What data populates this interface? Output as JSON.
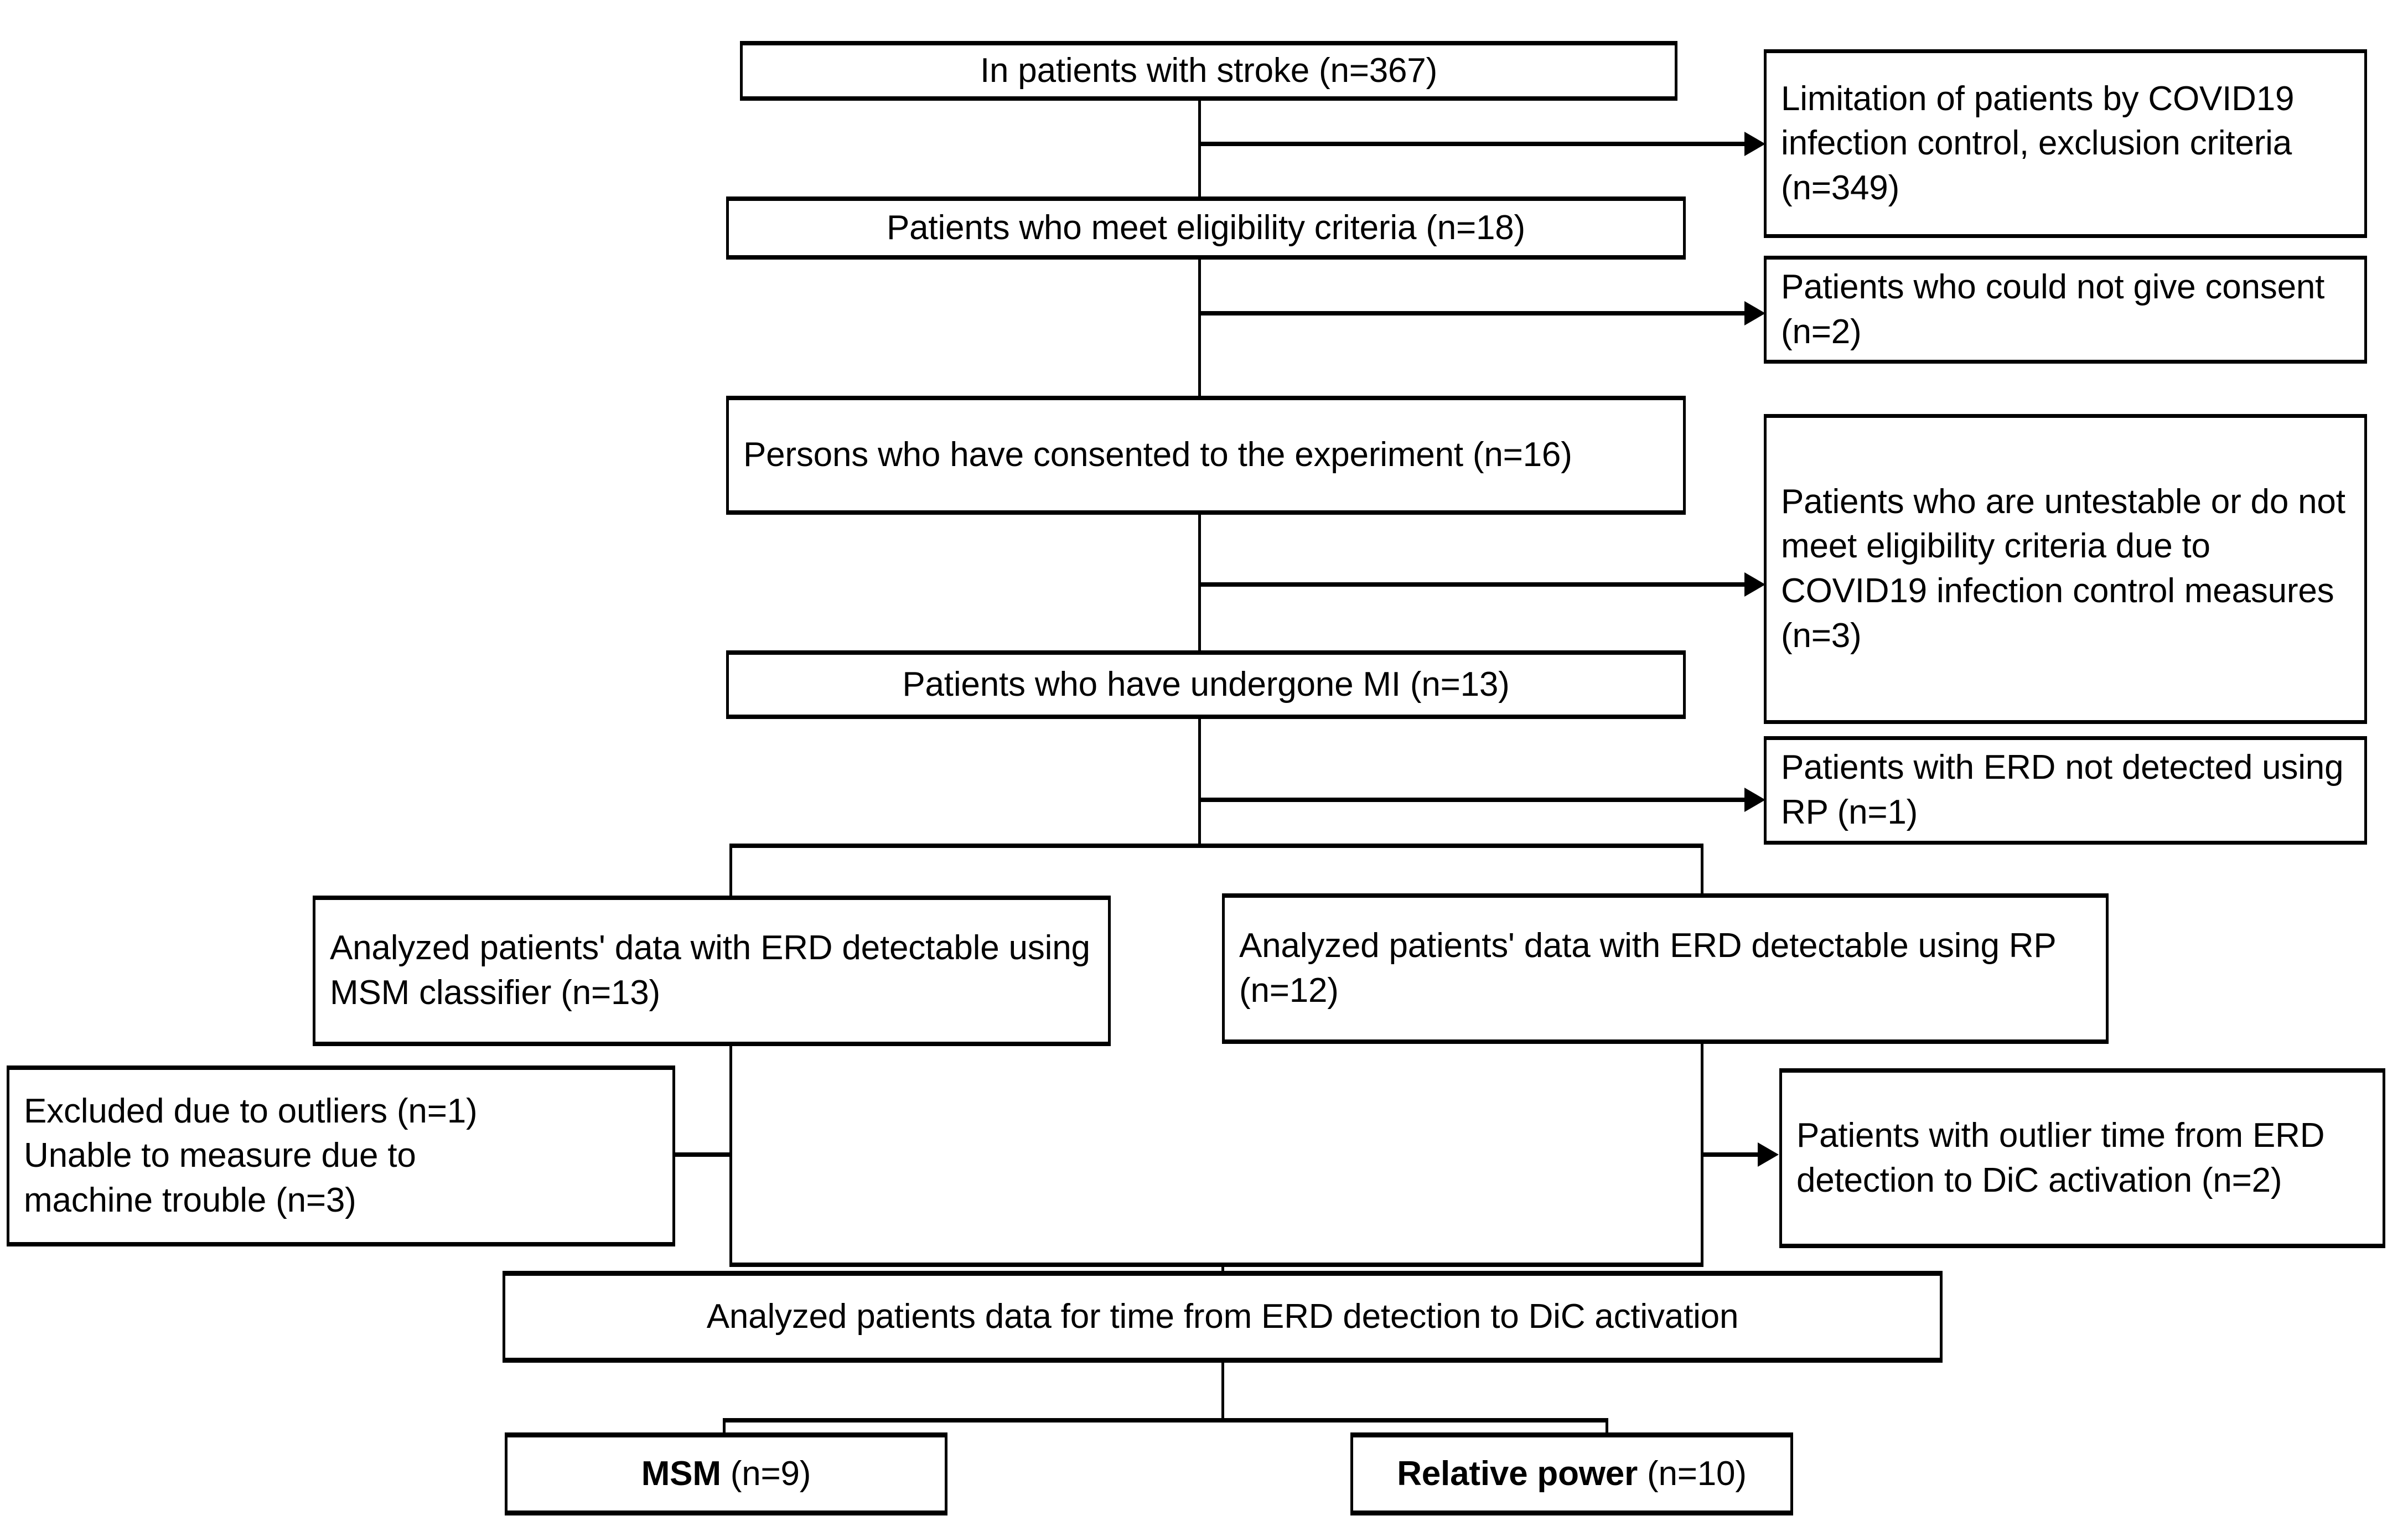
{
  "diagram": {
    "type": "participant-flow-chart",
    "title": "",
    "main_flow": [
      {
        "id": "enrolled",
        "label": "In patients with stroke (n=367)"
      },
      {
        "id": "eligible",
        "label": "Patients who meet eligibility criteria (n=18)"
      },
      {
        "id": "consented",
        "label": "Persons who have consented to the experiment (n=16)"
      },
      {
        "id": "underwent-mi",
        "label": "Patients who have undergone MI (n=13)"
      }
    ],
    "exclusions": [
      {
        "id": "excl-covid-criteria",
        "label": "Limitation of patients by COVID19 infection control, exclusion criteria (n=349)"
      },
      {
        "id": "excl-no-consent",
        "label": "Patients who could not give consent (n=2)"
      },
      {
        "id": "excl-untestable",
        "label": "Patients who are untestable or do not meet eligibility criteria due to COVID19 infection control measures (n=3)"
      },
      {
        "id": "excl-erd-not-rp",
        "label": "Patients with ERD not detected using RP (n=1)"
      }
    ],
    "branches": [
      {
        "id": "branch-msm",
        "label": "Analyzed patients' data with ERD detectable using MSM classifier (n=13)"
      },
      {
        "id": "branch-rp",
        "label": "Analyzed patients' data with ERD detectable using RP (n=12)"
      }
    ],
    "branch_exclusions": [
      {
        "id": "excl-outliers-machine",
        "line1": "Excluded due to outliers (n=1)",
        "line2": "Unable to measure due to",
        "line3": "machine trouble (n=3)"
      },
      {
        "id": "excl-outlier-time",
        "label": "Patients with outlier time from ERD detection to DiC activation (n=2)"
      }
    ],
    "summary": {
      "id": "analyzed-summary",
      "label": "Analyzed patients data for time from ERD detection to DiC activation"
    },
    "outcomes": [
      {
        "id": "outcome-msm",
        "bold_label": "MSM",
        "rest_label": " (n=9)"
      },
      {
        "id": "outcome-rp",
        "bold_label": "Relative power",
        "rest_label": "  (n=10)"
      }
    ],
    "colors": {
      "stroke": "#000000",
      "fill": "#ffffff",
      "text": "#000000"
    }
  }
}
